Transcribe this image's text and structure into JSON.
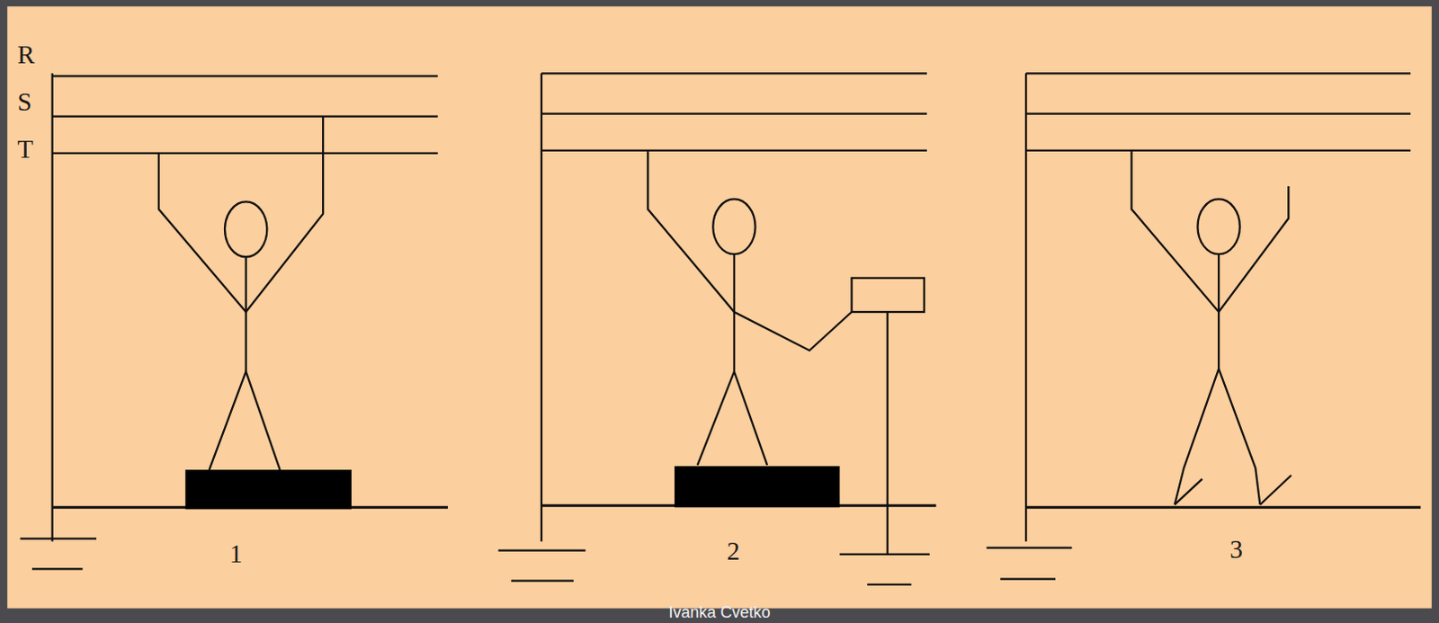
{
  "diagram": {
    "labels": [
      "R",
      "S",
      "T",
      "1",
      "2",
      "3",
      "Ivanka Cvetko"
    ]
  }
}
